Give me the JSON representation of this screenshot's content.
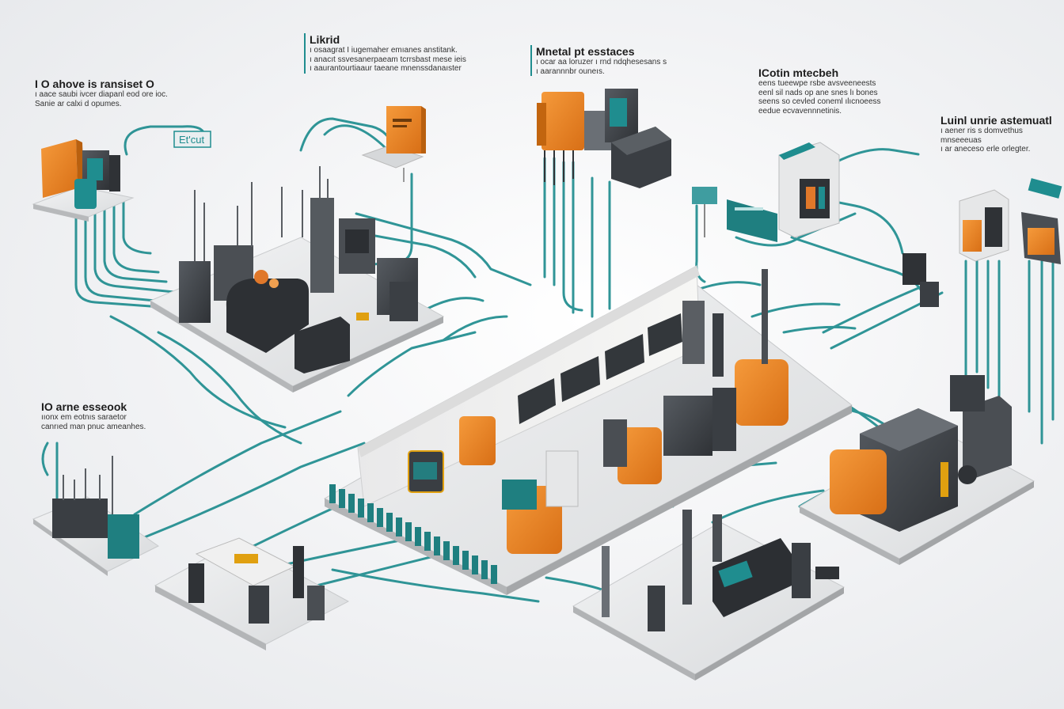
{
  "colors": {
    "accent_teal": "#1f8d8f",
    "accent_orange": "#ef8a2a",
    "machine_dark": "#3f4348",
    "platform": "#dfe1e3"
  },
  "callouts": {
    "top_left": {
      "title": "I O ahove is ransiset O",
      "lines": [
        "ı aace saubi ivcer diapanl eod ore ioc.",
        "Sanie ar calxi d opumes."
      ]
    },
    "top_center_left": {
      "title": "Likrid",
      "lines": [
        "ı osaagrat I iugemaher emıanes anstitank.",
        "ı anacıt ssvesanerpaeam tcrrsbast mese ieis",
        "ı aaurantourtiaaur taeane mnenssdanaıster"
      ]
    },
    "top_center": {
      "title": "Mnetal pt esstaces",
      "lines": [
        "ı ocar aa loruzer ı rnd ndqhesesans s",
        "ı aarannnbr ouneıs."
      ]
    },
    "top_right": {
      "title": "ICotin mtecbeh",
      "lines": [
        "eens tueewpe rsbe avsveeneests",
        "eenl sil nads op ane snes lı bones",
        "seens so cevled coneml ılıcnoeess",
        "eedue ecvavennnetinis."
      ]
    },
    "far_right": {
      "title": "Luinl unrie astemuatl",
      "lines": [
        "ı aener ris s domvethus mnseeeuas",
        "ı ar aneceso erle orlegter."
      ]
    },
    "mid_left": {
      "title": "IO arne esseook",
      "lines": [
        "ııonx em eotnıs saraetor",
        "canrıed man pnuc ameanhes."
      ]
    }
  },
  "signs": {
    "flag_label": "Et'cut"
  }
}
